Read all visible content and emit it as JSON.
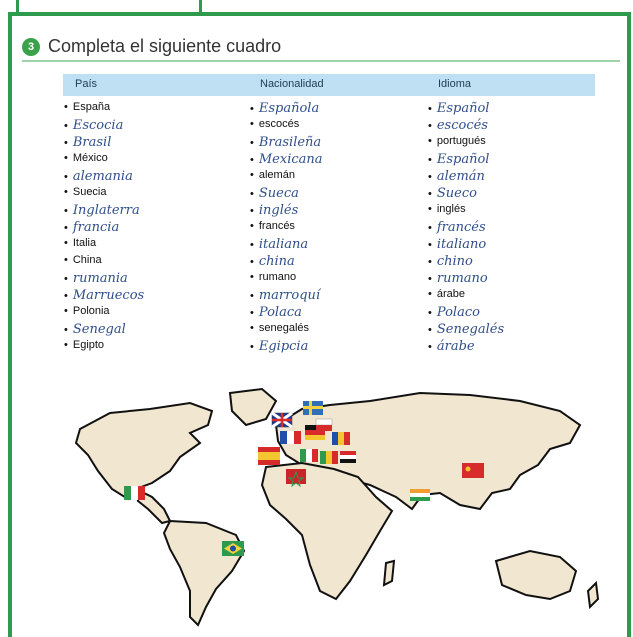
{
  "exercise": {
    "number": "3",
    "title": "Completa el siguiente cuadro"
  },
  "table": {
    "headers": [
      "País",
      "Nacionalidad",
      "Idioma"
    ],
    "rows": [
      {
        "pais": "España",
        "pais_hand": false,
        "nacionalidad": "Española",
        "nac_hand": true,
        "idioma": "Español",
        "idi_hand": true
      },
      {
        "pais": "Escocia",
        "pais_hand": true,
        "nacionalidad": "escocés",
        "nac_hand": false,
        "idioma": "escocés",
        "idi_hand": true
      },
      {
        "pais": "Brasil",
        "pais_hand": true,
        "nacionalidad": "Brasileña",
        "nac_hand": true,
        "idioma": "portugués",
        "idi_hand": false
      },
      {
        "pais": "México",
        "pais_hand": false,
        "nacionalidad": "Mexicana",
        "nac_hand": true,
        "idioma": "Español",
        "idi_hand": true
      },
      {
        "pais": "alemania",
        "pais_hand": true,
        "nacionalidad": "alemán",
        "nac_hand": false,
        "idioma": "alemán",
        "idi_hand": true
      },
      {
        "pais": "Suecia",
        "pais_hand": false,
        "nacionalidad": "Sueca",
        "nac_hand": true,
        "idioma": "Sueco",
        "idi_hand": true
      },
      {
        "pais": "Inglaterra",
        "pais_hand": true,
        "nacionalidad": "inglés",
        "nac_hand": true,
        "idioma": "inglés",
        "idi_hand": false
      },
      {
        "pais": "francia",
        "pais_hand": true,
        "nacionalidad": "francés",
        "nac_hand": false,
        "idioma": "francés",
        "idi_hand": true
      },
      {
        "pais": "Italia",
        "pais_hand": false,
        "nacionalidad": "italiana",
        "nac_hand": true,
        "idioma": "italiano",
        "idi_hand": true
      },
      {
        "pais": "China",
        "pais_hand": false,
        "nacionalidad": "china",
        "nac_hand": true,
        "idioma": "chino",
        "idi_hand": true
      },
      {
        "pais": "rumania",
        "pais_hand": true,
        "nacionalidad": "rumano",
        "nac_hand": false,
        "idioma": "rumano",
        "idi_hand": true
      },
      {
        "pais": "Marruecos",
        "pais_hand": true,
        "nacionalidad": "marroquí",
        "nac_hand": true,
        "idioma": "árabe",
        "idi_hand": false
      },
      {
        "pais": "Polonia",
        "pais_hand": false,
        "nacionalidad": "Polaca",
        "nac_hand": true,
        "idioma": "Polaco",
        "idi_hand": true
      },
      {
        "pais": "Senegal",
        "pais_hand": true,
        "nacionalidad": "senegalés",
        "nac_hand": false,
        "idioma": "Senegalés",
        "idi_hand": true
      },
      {
        "pais": "Egipto",
        "pais_hand": false,
        "nacionalidad": "Egipcia",
        "nac_hand": true,
        "idioma": "árabe",
        "idi_hand": true
      }
    ]
  },
  "flags": [
    {
      "name": "united-kingdom-flag",
      "colors": [
        "#1a3c8f",
        "#d82b2b",
        "#ffffff"
      ]
    },
    {
      "name": "sweden-flag",
      "colors": [
        "#2f6fb6",
        "#f5d23c"
      ]
    },
    {
      "name": "france-flag",
      "colors": [
        "#1f4fa8",
        "#ffffff",
        "#d72b2b"
      ]
    },
    {
      "name": "germany-flag",
      "colors": [
        "#111111",
        "#d82b2b",
        "#f3c52f"
      ]
    },
    {
      "name": "poland-flag",
      "colors": [
        "#ffffff",
        "#d82b2b"
      ]
    },
    {
      "name": "romania-flag",
      "colors": [
        "#1f4fa8",
        "#f3c52f",
        "#d72b2b"
      ]
    },
    {
      "name": "spain-flag",
      "colors": [
        "#d72b2b",
        "#f3c52f"
      ]
    },
    {
      "name": "italy-flag",
      "colors": [
        "#2e9a4e",
        "#ffffff",
        "#d72b2b"
      ]
    },
    {
      "name": "morocco-flag",
      "colors": [
        "#c8262b",
        "#2e9a4e"
      ]
    },
    {
      "name": "senegal-flag",
      "colors": [
        "#2e9a4e",
        "#f3c52f",
        "#d72b2b"
      ]
    },
    {
      "name": "egypt-flag",
      "colors": [
        "#d72b2b",
        "#ffffff",
        "#111111"
      ]
    },
    {
      "name": "india-flag",
      "colors": [
        "#f39c2f",
        "#ffffff",
        "#2e9a4e"
      ]
    },
    {
      "name": "china-flag",
      "colors": [
        "#d72b2b",
        "#f3c52f"
      ]
    },
    {
      "name": "mexico-flag",
      "colors": [
        "#2e9a4e",
        "#ffffff",
        "#d72b2b"
      ]
    },
    {
      "name": "brazil-flag",
      "colors": [
        "#2e9a4e",
        "#f3d23c",
        "#1f4fa8"
      ]
    }
  ],
  "colors": {
    "frame": "#2e9a4e",
    "header_bg": "#bfe0f2",
    "land": "#f1e6cf",
    "handwriting": "#2f4f8a"
  }
}
